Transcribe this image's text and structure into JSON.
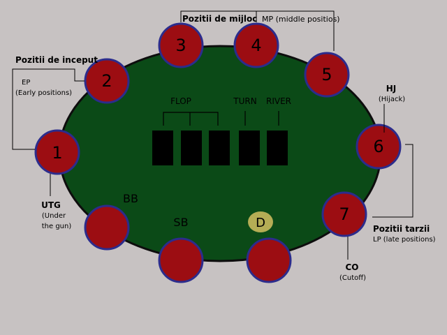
{
  "table": {
    "felt_color": "#0b4a17",
    "rim_color": "#0d0d0d"
  },
  "seat_style": {
    "fill": "#9c0d12",
    "ring": "#2c2c8c"
  },
  "seats": [
    {
      "number": "1"
    },
    {
      "number": "2"
    },
    {
      "number": "3"
    },
    {
      "number": "4"
    },
    {
      "number": "5"
    },
    {
      "number": "6"
    },
    {
      "number": "7"
    },
    {
      "number": ""
    },
    {
      "number": ""
    },
    {
      "number": ""
    }
  ],
  "board": {
    "flop_label": "FLOP",
    "turn_label": "TURN",
    "river_label": "RIVER",
    "card_color": "#000000",
    "label_color": "#111111"
  },
  "blinds": {
    "bb": "BB",
    "sb": "SB"
  },
  "dealer": {
    "label": "D",
    "color": "#b5ad55"
  },
  "groups": {
    "middle": {
      "title": "Pozitii de mijloc",
      "subtitle": "MP (middle positios)"
    },
    "early": {
      "title": "Pozitii de inceput",
      "sub1": "EP",
      "sub2": "(Early positions)"
    },
    "late": {
      "title": "Pozitii tarzii",
      "subtitle": "LP  (late positions)"
    }
  },
  "positions": {
    "utg": {
      "title": "UTG",
      "sub1": "(Under",
      "sub2": "the gun)"
    },
    "hj": {
      "title": "HJ",
      "sub": "(Hijack)"
    },
    "co": {
      "title": "CO",
      "sub": "(Cutoff)"
    }
  }
}
